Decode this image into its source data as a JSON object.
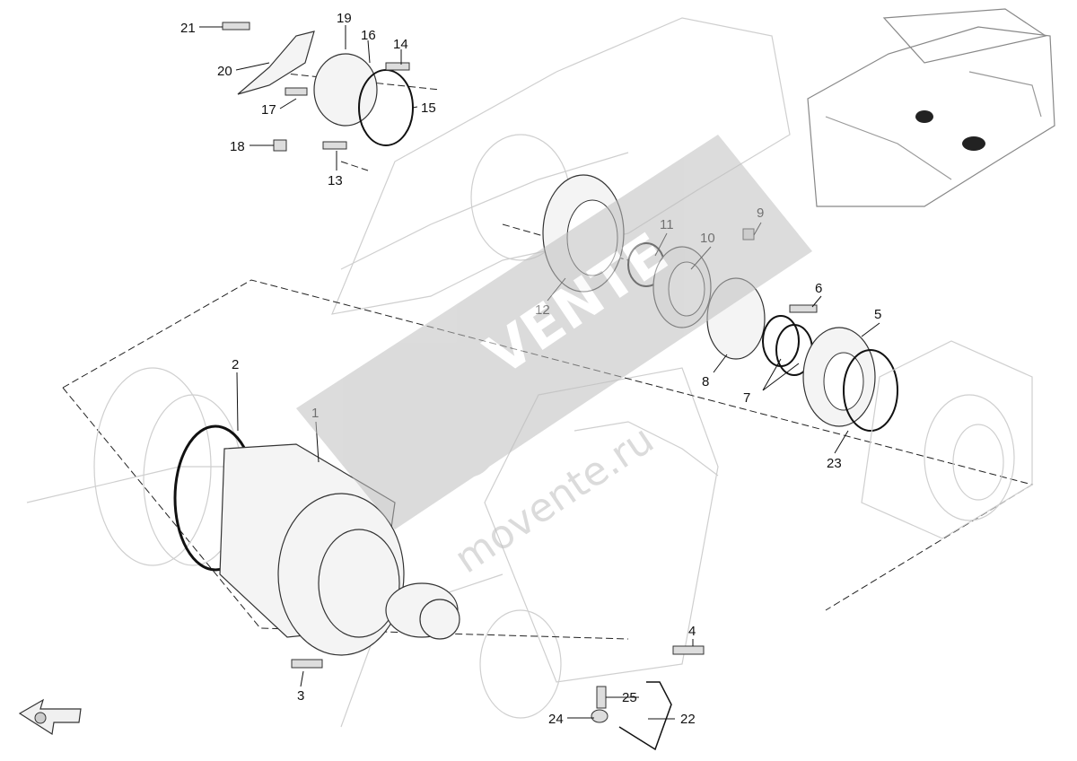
{
  "diagram": {
    "callouts": [
      {
        "id": "1",
        "text": "1"
      },
      {
        "id": "2",
        "text": "2"
      },
      {
        "id": "3",
        "text": "3"
      },
      {
        "id": "4",
        "text": "4"
      },
      {
        "id": "5",
        "text": "5"
      },
      {
        "id": "6",
        "text": "6"
      },
      {
        "id": "7",
        "text": "7"
      },
      {
        "id": "8",
        "text": "8"
      },
      {
        "id": "9",
        "text": "9"
      },
      {
        "id": "10",
        "text": "10"
      },
      {
        "id": "11",
        "text": "11"
      },
      {
        "id": "12",
        "text": "12"
      },
      {
        "id": "13",
        "text": "13"
      },
      {
        "id": "14",
        "text": "14"
      },
      {
        "id": "15",
        "text": "15"
      },
      {
        "id": "16",
        "text": "16"
      },
      {
        "id": "17",
        "text": "17"
      },
      {
        "id": "18",
        "text": "18"
      },
      {
        "id": "19",
        "text": "19"
      },
      {
        "id": "20",
        "text": "20"
      },
      {
        "id": "21",
        "text": "21"
      },
      {
        "id": "22",
        "text": "22"
      },
      {
        "id": "23",
        "text": "23"
      },
      {
        "id": "24",
        "text": "24"
      },
      {
        "id": "25",
        "text": "25"
      }
    ]
  },
  "watermark": {
    "brand": "VENTE",
    "url": "movente.ru",
    "color": "#bfbfbf"
  },
  "icons": {
    "direction_arrow": "forward-arrow-icon",
    "inset": "machine-overview-inset"
  }
}
